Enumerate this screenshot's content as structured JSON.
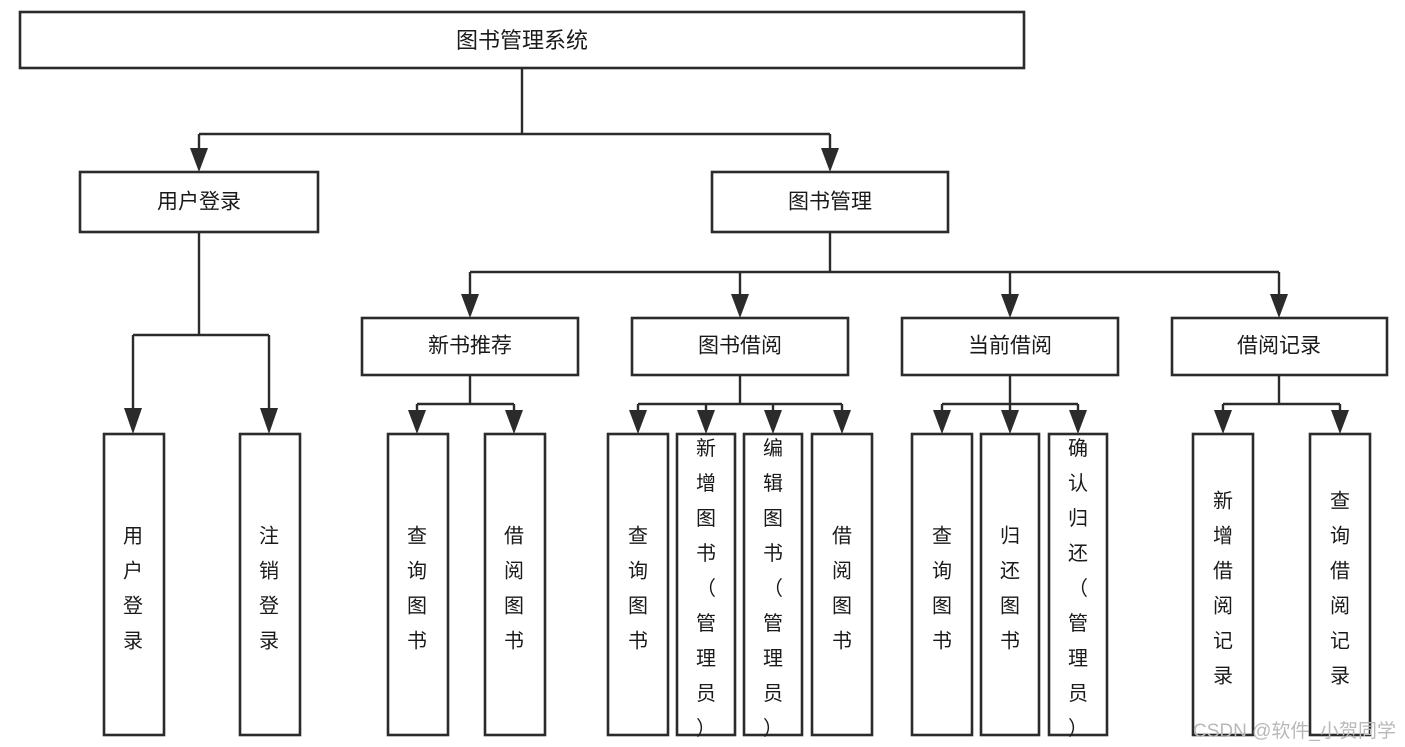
{
  "diagram": {
    "title": "图书管理系统",
    "type": "tree-hierarchy",
    "root": {
      "id": "root",
      "label": "图书管理系统",
      "orientation": "horizontal"
    },
    "level2": [
      {
        "id": "user-login",
        "label": "用户登录",
        "orientation": "horizontal"
      },
      {
        "id": "book-manage",
        "label": "图书管理",
        "orientation": "horizontal"
      }
    ],
    "level3": [
      {
        "id": "new-book-recommend",
        "label": "新书推荐",
        "parent": "book-manage",
        "orientation": "horizontal"
      },
      {
        "id": "book-borrow",
        "label": "图书借阅",
        "parent": "book-manage",
        "orientation": "horizontal"
      },
      {
        "id": "current-borrow",
        "label": "当前借阅",
        "parent": "book-manage",
        "orientation": "horizontal"
      },
      {
        "id": "borrow-record",
        "label": "借阅记录",
        "parent": "book-manage",
        "orientation": "horizontal"
      }
    ],
    "leaves": [
      {
        "id": "leaf-user-login",
        "label": "用户登录",
        "parent": "user-login",
        "orientation": "vertical"
      },
      {
        "id": "leaf-user-logout",
        "label": "注销登录",
        "parent": "user-login",
        "orientation": "vertical"
      },
      {
        "id": "leaf-query-book-1",
        "label": "查询图书",
        "parent": "new-book-recommend",
        "orientation": "vertical"
      },
      {
        "id": "leaf-borrow-book-1",
        "label": "借阅图书",
        "parent": "new-book-recommend",
        "orientation": "vertical"
      },
      {
        "id": "leaf-query-book-2",
        "label": "查询图书",
        "parent": "book-borrow",
        "orientation": "vertical"
      },
      {
        "id": "leaf-add-book",
        "label": "新增图书（管理员）",
        "parent": "book-borrow",
        "orientation": "vertical"
      },
      {
        "id": "leaf-edit-book",
        "label": "编辑图书（管理员）",
        "parent": "book-borrow",
        "orientation": "vertical"
      },
      {
        "id": "leaf-borrow-book-2",
        "label": "借阅图书",
        "parent": "book-borrow",
        "orientation": "vertical"
      },
      {
        "id": "leaf-query-book-3",
        "label": "查询图书",
        "parent": "current-borrow",
        "orientation": "vertical"
      },
      {
        "id": "leaf-return-book",
        "label": "归还图书",
        "parent": "current-borrow",
        "orientation": "vertical"
      },
      {
        "id": "leaf-confirm-return",
        "label": "确认归还（管理员）",
        "parent": "current-borrow",
        "orientation": "vertical"
      },
      {
        "id": "leaf-add-record",
        "label": "新增借阅记录",
        "parent": "borrow-record",
        "orientation": "vertical"
      },
      {
        "id": "leaf-query-record",
        "label": "查询借阅记录",
        "parent": "borrow-record",
        "orientation": "vertical"
      }
    ]
  },
  "watermark": {
    "text": "CSDN @软件_小贺同学"
  },
  "colors": {
    "box_stroke": "#2b2b2b",
    "box_fill": "#ffffff",
    "text": "#1a1a1a",
    "connector": "#2b2b2b",
    "watermark": "#b9b9b9",
    "background": "#ffffff"
  }
}
